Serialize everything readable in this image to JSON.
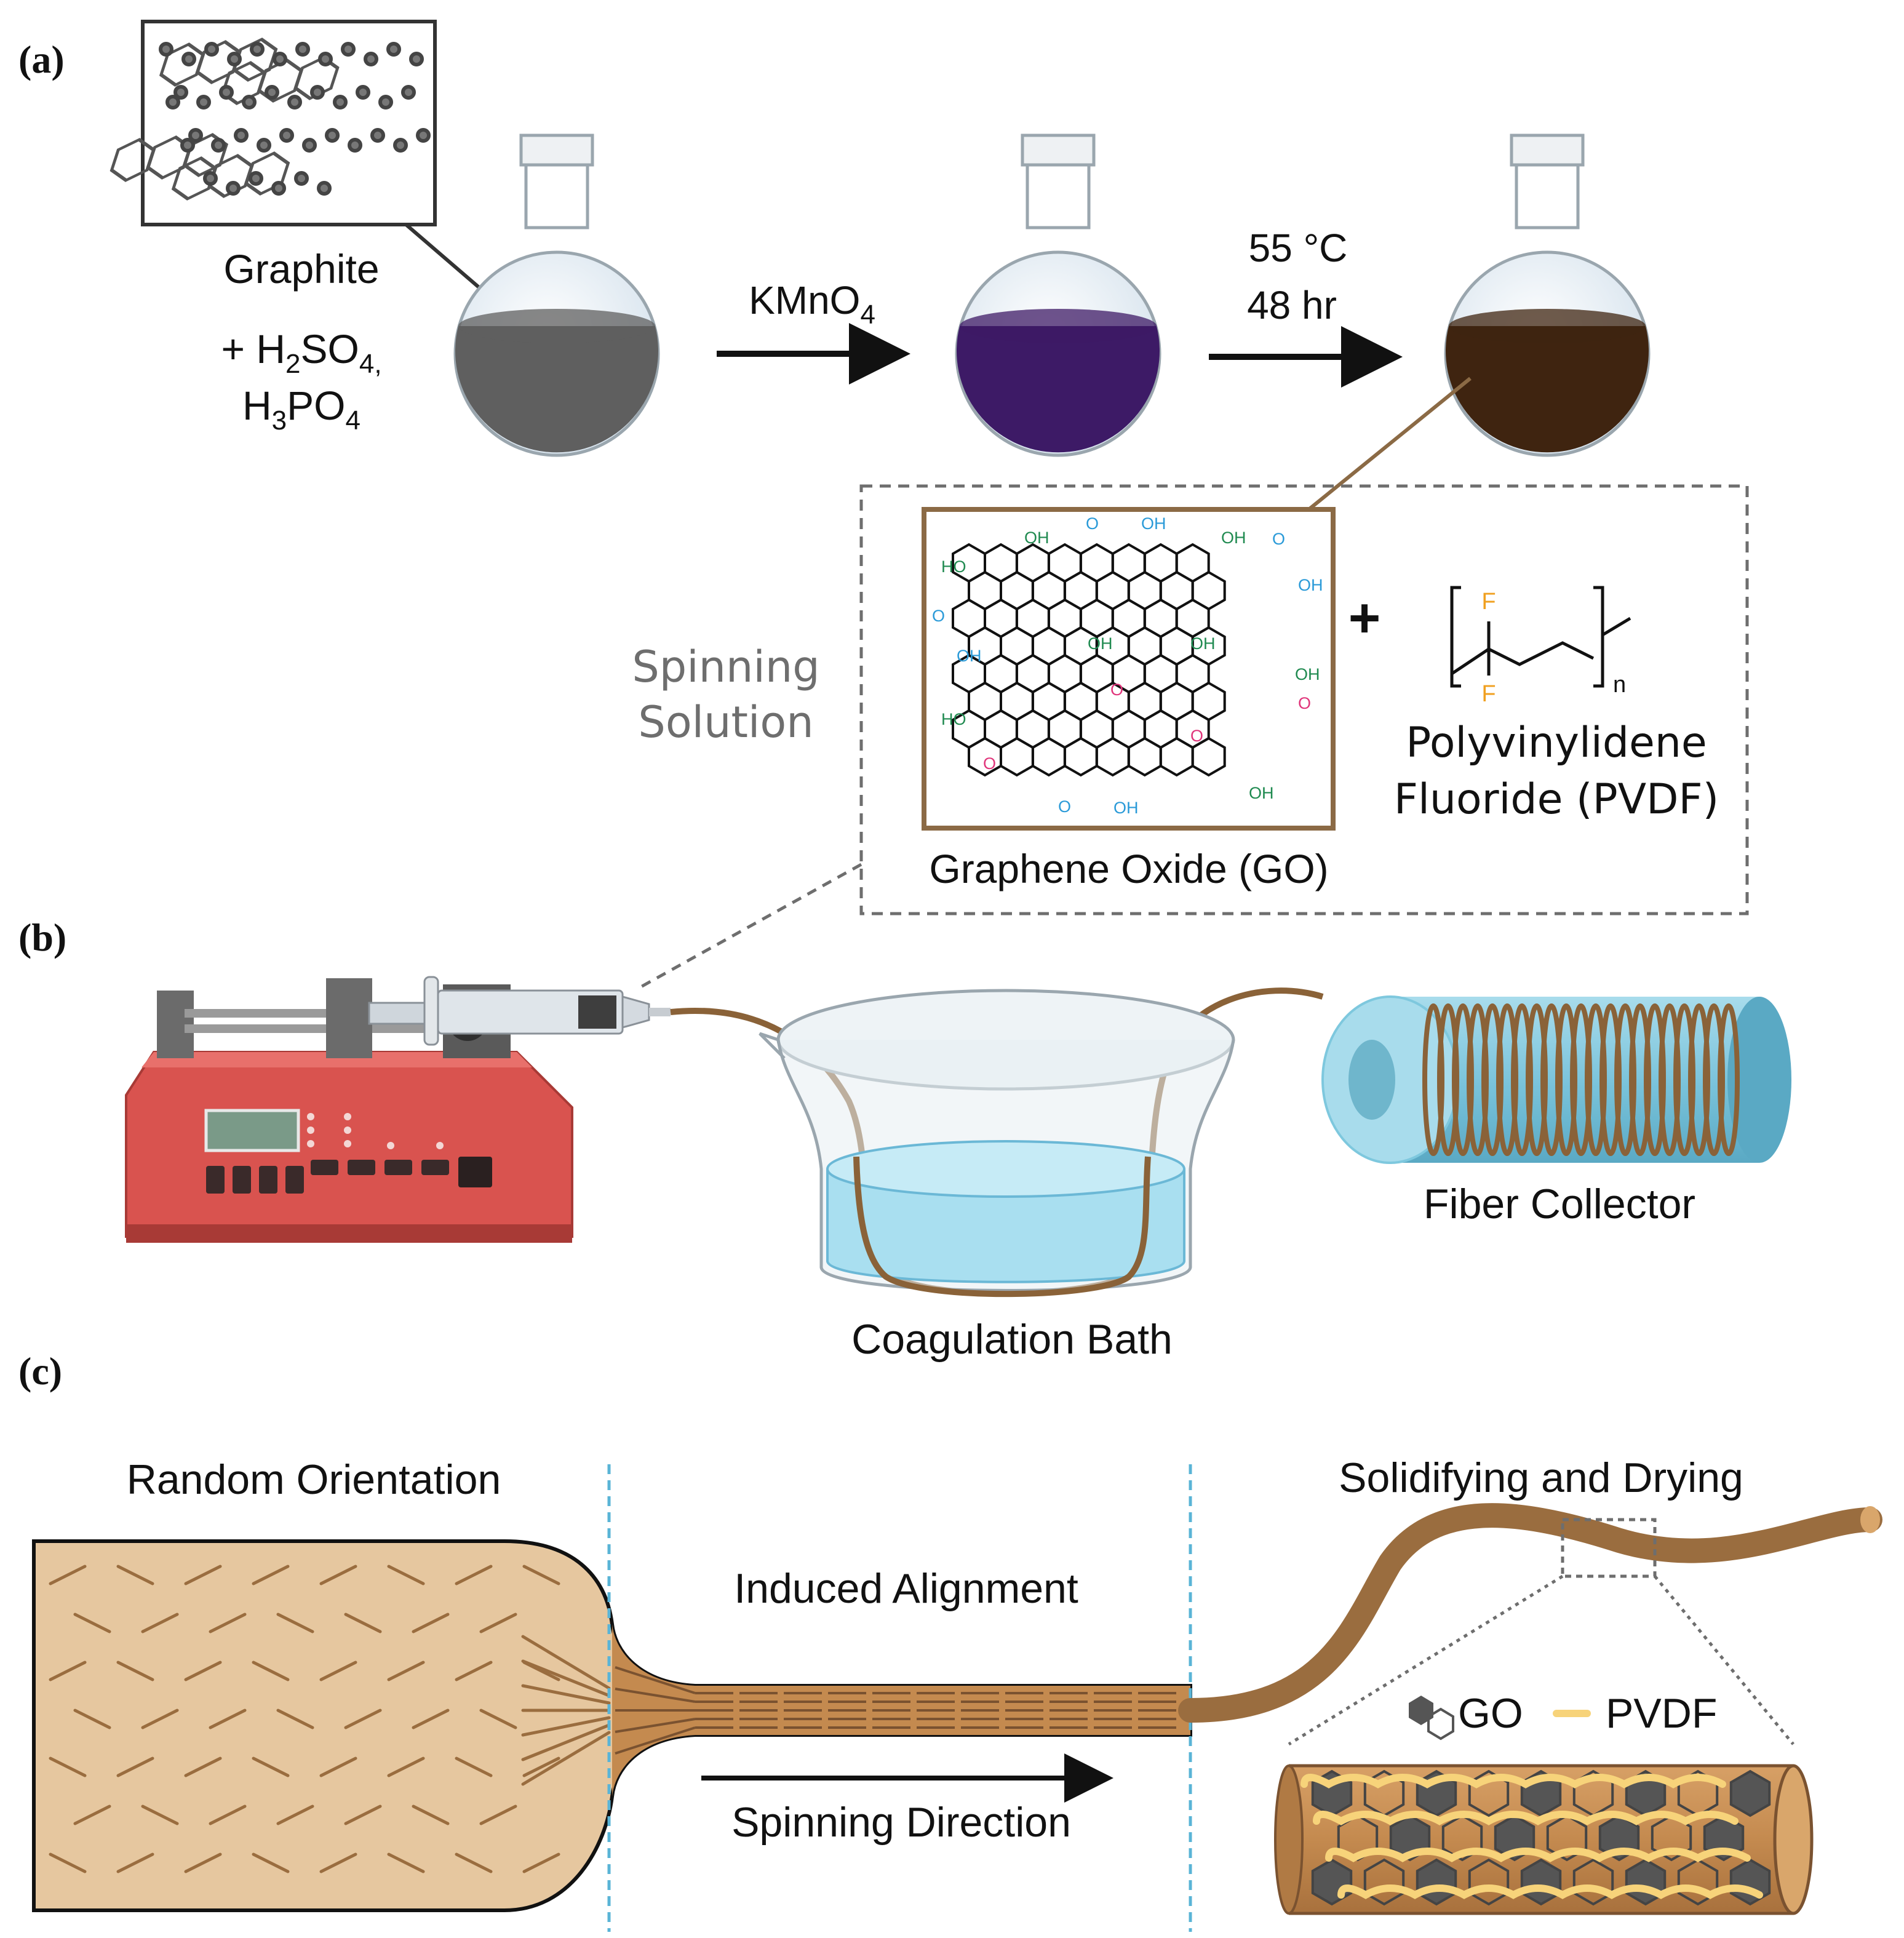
{
  "panels": {
    "a": "(a)",
    "b": "(b)",
    "c": "(c)"
  },
  "panel_a": {
    "graphite_label": "Graphite",
    "acids_line1_prefix": "+ H",
    "acids_line1_sub1": "2",
    "acids_line1_mid": "SO",
    "acids_line1_sub2": "4,",
    "acids_line2_prefix": "H",
    "acids_line2_sub1": "3",
    "acids_line2_mid": "PO",
    "acids_line2_sub2": "4",
    "reagent_main": "KMnO",
    "reagent_sub": "4",
    "temperature": "55 °C",
    "duration": "48 hr",
    "spinning_solution_line1": "Spinning",
    "spinning_solution_line2": "Solution",
    "plus": "+",
    "go_label": "Graphene Oxide (GO)",
    "pvdf_line1": "Polyvinylidene",
    "pvdf_line2": "Fluoride (PVDF)",
    "pvdf_f_top": "F",
    "pvdf_f_bottom": "F",
    "pvdf_n": "n",
    "go_groups": {
      "oh": "OH",
      "ho": "HO",
      "o": "O"
    },
    "colors": {
      "graphite_liquid": "#5f5f5f",
      "kmno4_liquid": "#3d1a66",
      "go_liquid": "#3f2410",
      "go_frame": "#8b6a45",
      "hydroxyl": "#1f8a50",
      "carboxyl": "#2a9ad8",
      "epoxy": "#e0347a",
      "fluorine": "#f0a020"
    }
  },
  "panel_b": {
    "coagulation_bath": "Coagulation Bath",
    "fiber_collector": "Fiber Collector",
    "colors": {
      "pump_body": "#d9534f",
      "fiber": "#8a6238",
      "collector": "#7ec8de",
      "water": "#a9dff0"
    }
  },
  "panel_c": {
    "random_orientation": "Random Orientation",
    "induced_alignment": "Induced Alignment",
    "solidifying_drying": "Solidifying and Drying",
    "spinning_direction": "Spinning Direction",
    "legend_go": "GO",
    "legend_pvdf": "PVDF",
    "colors": {
      "dope": "#e6c79f",
      "fiber": "#9a6d3f",
      "divider": "#5ab4d6",
      "pvdf": "#f7d37a",
      "go": "#555555"
    }
  }
}
